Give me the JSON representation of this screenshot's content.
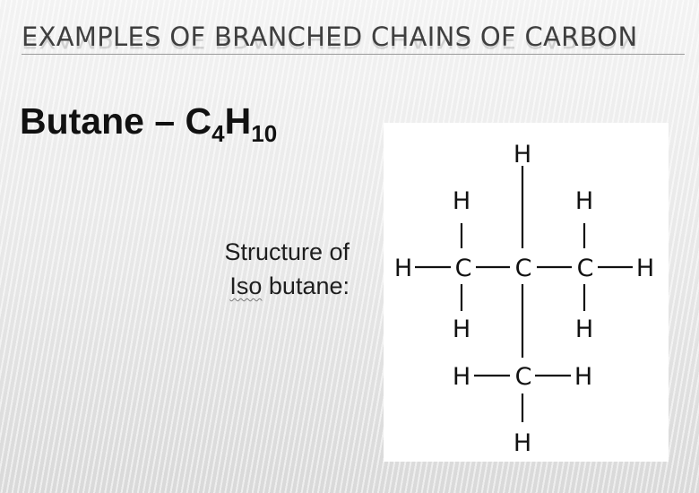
{
  "slide": {
    "title": "EXAMPLES OF BRANCHED CHAINS OF CARBON",
    "heading": {
      "name": "Butane – C",
      "sub1": "4",
      "h": "H",
      "sub2": "10"
    },
    "caption": {
      "line1": "Structure of",
      "line2_word1": "Iso",
      "line2_rest": " butane:"
    }
  },
  "diagram": {
    "atoms": {
      "h_top": "H",
      "h_left_up": "H",
      "h_right_up": "H",
      "h_left": "H",
      "c_left": "C",
      "c_center": "C",
      "c_right": "C",
      "h_right": "H",
      "h_left_down": "H",
      "h_right_down": "H",
      "h_branch_left": "H",
      "c_branch": "C",
      "h_branch_right": "H",
      "h_bottom": "H"
    }
  }
}
